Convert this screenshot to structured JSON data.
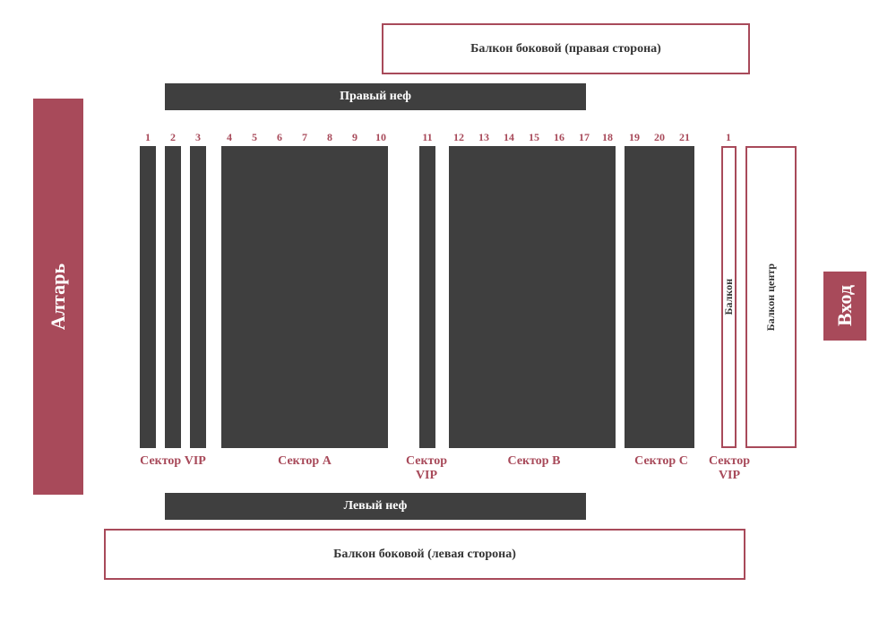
{
  "balcony_right": "Балкон боковой (правая сторона)",
  "nave_right": "Правый неф",
  "altar": "Алтарь",
  "entrance": "Вход",
  "row_numbers": [
    "1",
    "2",
    "3",
    "4",
    "5",
    "6",
    "7",
    "8",
    "9",
    "10",
    "11",
    "12",
    "13",
    "14",
    "15",
    "16",
    "17",
    "18",
    "19",
    "20",
    "21"
  ],
  "balcony_row_number": "1",
  "balcony_small": "Балкон",
  "balcony_center": "Балкон центр",
  "sectors": {
    "vip_left": "Сектор VIP",
    "a": "Сектор A",
    "vip_mid_line1": "Сектор",
    "vip_mid_line2": "VIP",
    "b": "Сектор B",
    "c": "Сектор C",
    "vip_right_line1": "Сектор",
    "vip_right_line2": "VIP"
  },
  "nave_left": "Левый неф",
  "balcony_left": "Балкон боковой (левая сторона)",
  "colors": {
    "accent": "#a84a5a",
    "block": "#3f3f3f"
  }
}
